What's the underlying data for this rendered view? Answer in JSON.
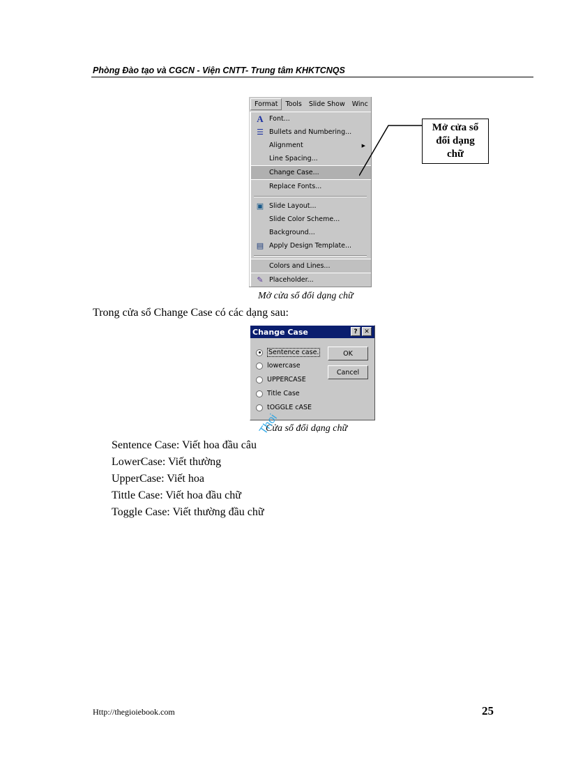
{
  "header": {
    "title": "Phòng Đào tạo và CGCN - Viện CNTT- Trung tâm KHKTCNQS"
  },
  "menu_screenshot": {
    "menubar": [
      "Format",
      "Tools",
      "Slide Show",
      "Winc"
    ],
    "items": [
      {
        "icon": "font-icon",
        "glyph": "A",
        "label": "Font..."
      },
      {
        "icon": "bullets-icon",
        "glyph": "☰",
        "label": "Bullets and Numbering..."
      },
      {
        "icon": "",
        "glyph": "",
        "label": "Alignment",
        "submenu": true
      },
      {
        "icon": "",
        "glyph": "",
        "label": "Line Spacing..."
      },
      {
        "icon": "",
        "glyph": "",
        "label": "Change Case...",
        "highlighted": true
      },
      {
        "icon": "",
        "glyph": "",
        "label": "Replace Fonts..."
      },
      {
        "icon": "slide-layout-icon",
        "glyph": "▣",
        "label": "Slide Layout..."
      },
      {
        "icon": "",
        "glyph": "",
        "label": "Slide Color Scheme..."
      },
      {
        "icon": "",
        "glyph": "",
        "label": "Background..."
      },
      {
        "icon": "design-template-icon",
        "glyph": "▤",
        "label": "Apply Design Template..."
      },
      {
        "icon": "",
        "glyph": "",
        "label": "Colors and Lines..."
      },
      {
        "icon": "placeholder-icon",
        "glyph": "✎",
        "label": "Placeholder..."
      }
    ],
    "submenu_arrow": "▶"
  },
  "callout": {
    "line1": "Mở cửa sổ",
    "line2": "đổi dạng",
    "line3": "chữ"
  },
  "caption1": "Mở cửa sổ đổi dạng chữ",
  "intro": "Trong cửa sổ Change Case có các dạng sau:",
  "dialog": {
    "title": "Change Case",
    "help_glyph": "?",
    "close_glyph": "✕",
    "options": [
      {
        "label": "Sentence case.",
        "selected": true
      },
      {
        "label": "lowercase",
        "selected": false
      },
      {
        "label": "UPPERCASE",
        "selected": false
      },
      {
        "label": "Title Case",
        "selected": false
      },
      {
        "label": "tOGGLE cASE",
        "selected": false
      }
    ],
    "ok_label": "OK",
    "cancel_label": "Cancel"
  },
  "caption2": "Cửa sổ đổi dạng chữ",
  "watermark": "Thoi",
  "definitions": [
    "Sentence Case: Viết hoa đầu câu",
    "LowerCase: Viết thường",
    "UpperCase: Viết hoa",
    "Tittle Case: Viết hoa đầu chữ",
    "Toggle Case: Viết thường đầu chữ"
  ],
  "footer": {
    "url": "Http://thegioiebook.com",
    "page": "25"
  }
}
